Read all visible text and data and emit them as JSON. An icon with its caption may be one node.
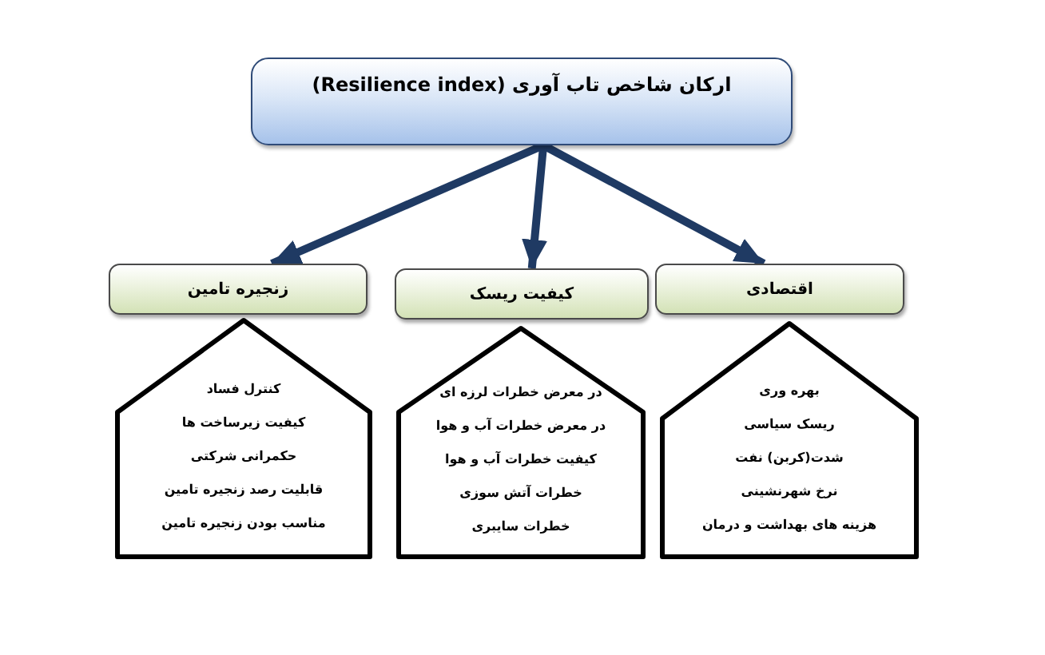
{
  "diagram": {
    "nodes": [
      {
        "text": [
          "ارکان شاخص تاب آوری (Resilience index)"
        ]
      },
      {
        "text": [
          "اقتصادی"
        ]
      },
      {
        "text": [
          "بهره وری",
          "ریسک سیاسی",
          "شدت(کربن) نفت",
          "نرخ شهرنشینی",
          "هزینه های بهداشت و درمان"
        ]
      },
      {
        "text": [
          "کیفیت ریسک"
        ]
      },
      {
        "text": [
          "در معرض خطرات لرزه ای",
          "در معرض خطرات آب و هوا",
          "کیفیت خطرات آب و هوا",
          "خطرات آتش سوزی",
          "خطرات سایبری"
        ]
      },
      {
        "text": [
          "زنجیره تامین"
        ]
      },
      {
        "text": [
          "کنترل فساد",
          "کیفیت زیرساخت ها",
          "حکمرانی شرکتی",
          "قابلیت رصد زنجیره تامین",
          "مناسب بودن زنجیره تامین"
        ]
      }
    ],
    "edges": [
      {
        "from": 0,
        "to": 1,
        "arrow": "to"
      },
      {
        "from": 0,
        "to": 3,
        "arrow": "to"
      },
      {
        "from": 0,
        "to": 5,
        "arrow": "to"
      }
    ]
  }
}
